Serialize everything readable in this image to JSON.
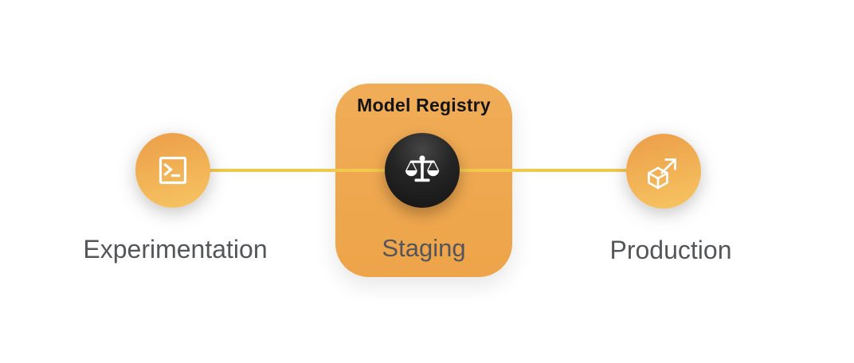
{
  "stages": [
    {
      "label": "Experimentation",
      "icon": "terminal-icon"
    },
    {
      "label": "Staging",
      "card_title": "Model Registry",
      "icon": "balance-scale-icon"
    },
    {
      "label": "Production",
      "icon": "cube-launch-icon"
    }
  ],
  "colors": {
    "card_orange": "#EFA951",
    "circle_gradient_top": "#EDA24B",
    "circle_gradient_bottom": "#F6C361",
    "connector_yellow": "#F2C94C",
    "dark_circle": "#1B1B1B",
    "label_gray": "#55565A",
    "card_title_black": "#141414"
  }
}
